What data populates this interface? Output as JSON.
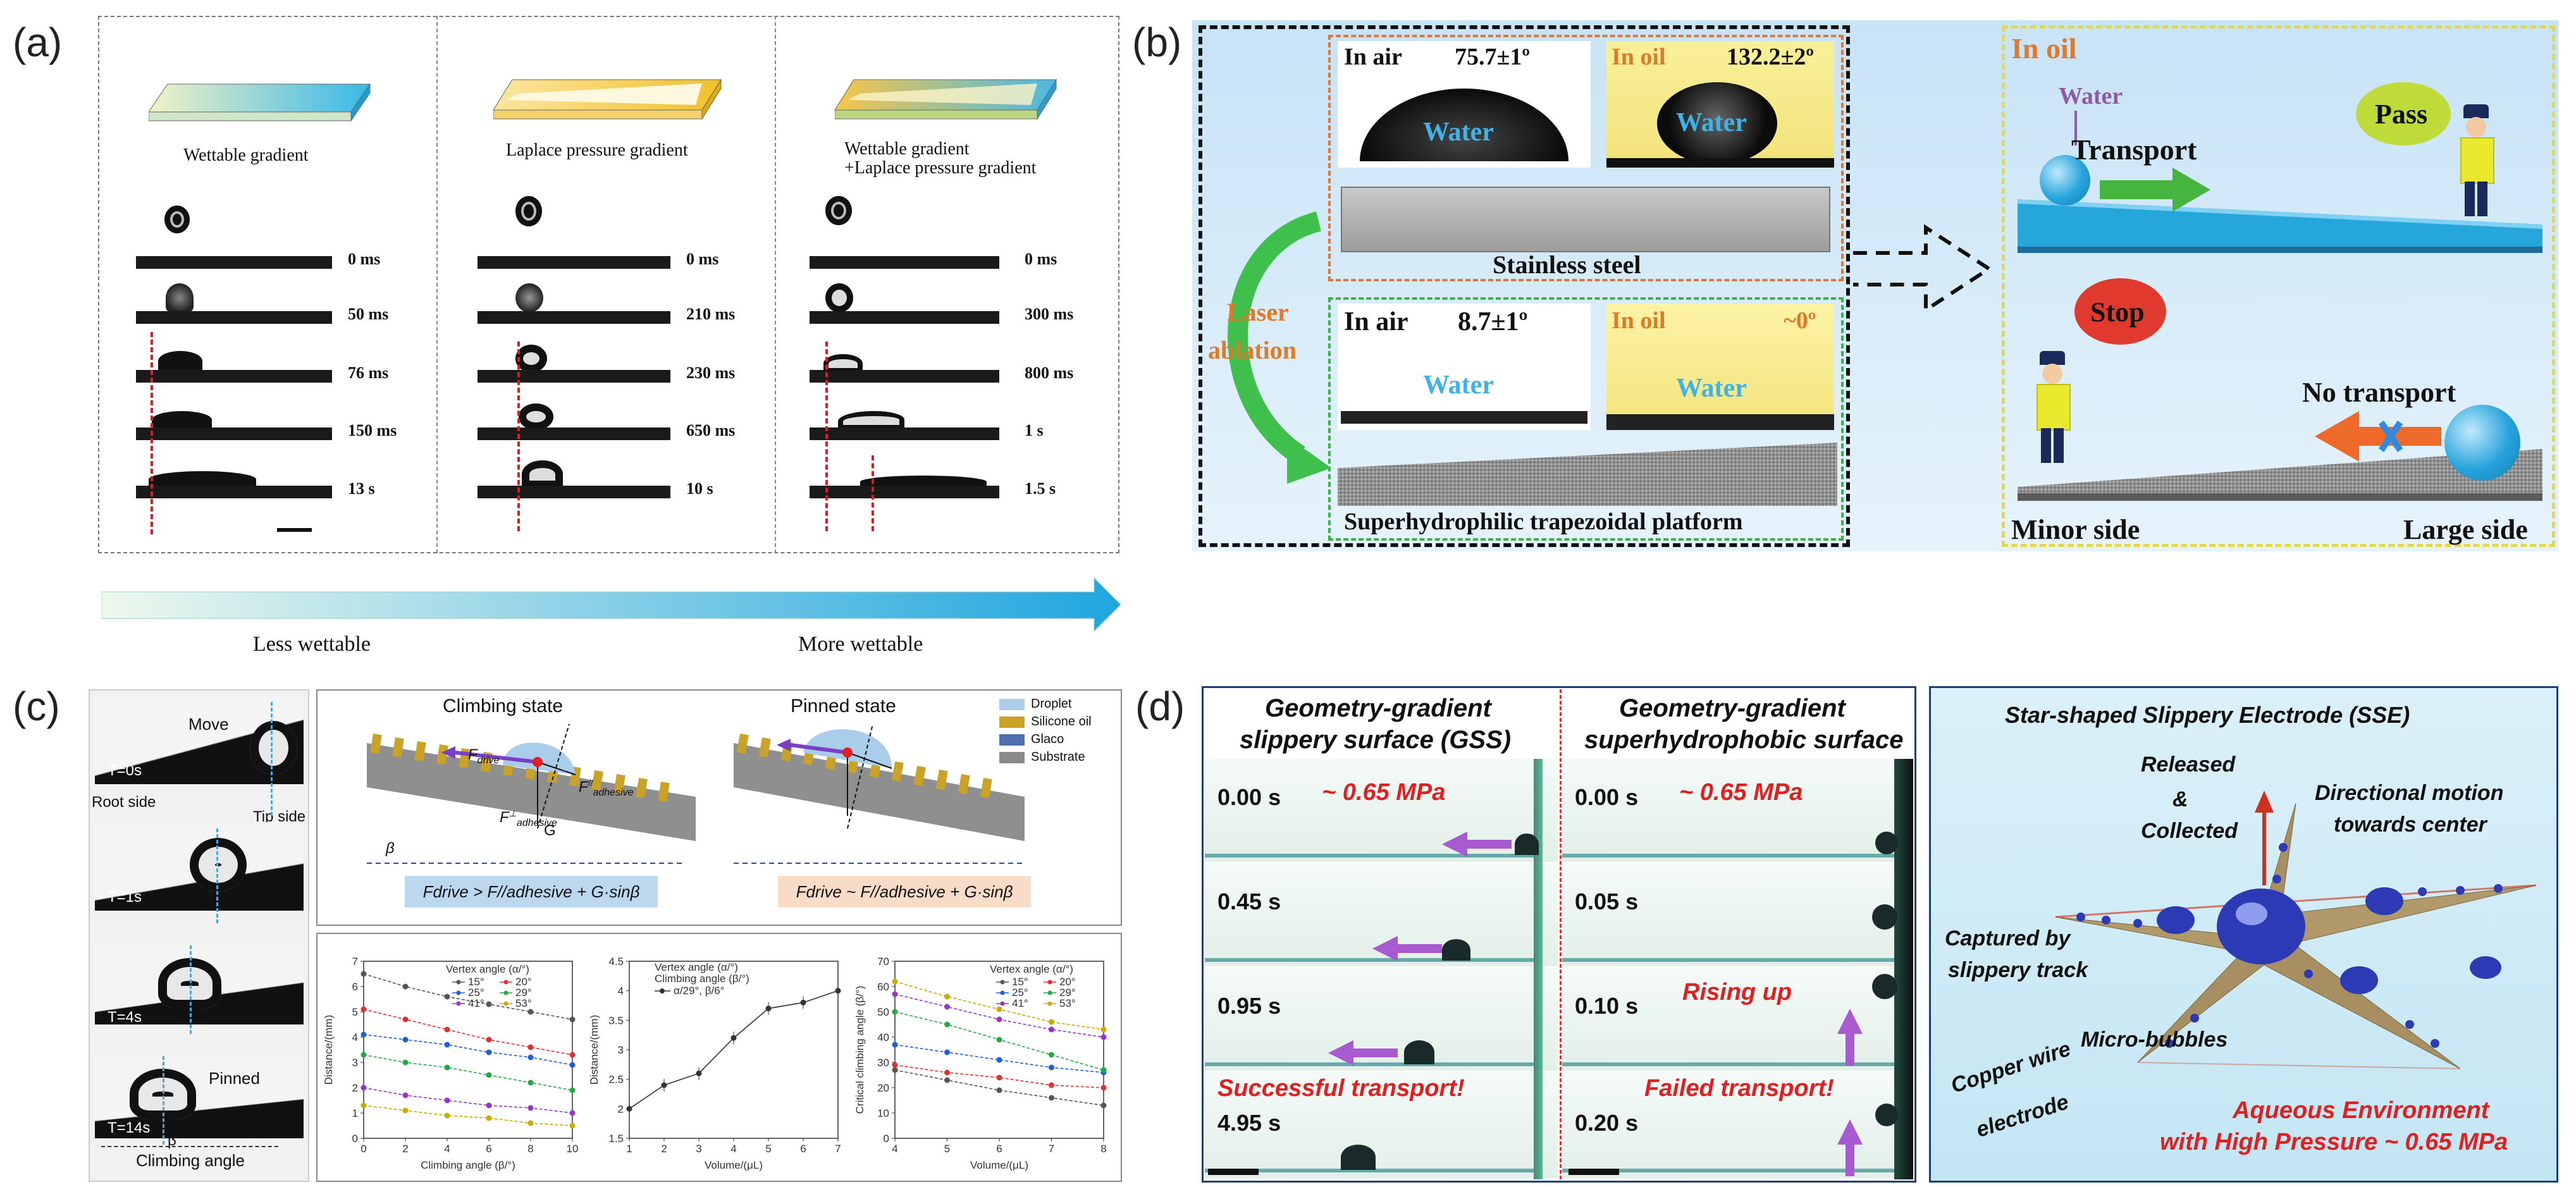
{
  "panels": {
    "a": {
      "label": "(a)",
      "columns": [
        {
          "title": "Wettable gradient",
          "times": [
            "0 ms",
            "50 ms",
            "76 ms",
            "150 ms",
            "13 s"
          ]
        },
        {
          "title": "Laplace pressure gradient",
          "times": [
            "0 ms",
            "210 ms",
            "230 ms",
            "650 ms",
            "10 s"
          ]
        },
        {
          "title": "Wettable gradient",
          "title2": "+Laplace pressure gradient",
          "times": [
            "0 ms",
            "300 ms",
            "800 ms",
            "1 s",
            "1.5 s"
          ]
        }
      ],
      "arrow": {
        "left": "Less wettable",
        "right": "More wettable"
      }
    },
    "b": {
      "label": "(b)",
      "laser": "Laser",
      "laser2": "ablation",
      "top": {
        "air_label": "In air",
        "air_angle": "75.7±1º",
        "oil_label": "In oil",
        "oil_angle": "132.2±2º",
        "water": "Water",
        "substrate": "Stainless steel"
      },
      "bottom": {
        "air_label": "In air",
        "air_angle": "8.7±1º",
        "oil_label": "In oil",
        "oil_angle": "~0º",
        "water": "Water",
        "substrate": "Superhydrophilic trapezoidal platform"
      },
      "right": {
        "in_oil": "In oil",
        "water": "Water",
        "transport": "Transport",
        "pass": "Pass",
        "stop": "Stop",
        "no_transport": "No transport",
        "minor": "Minor side",
        "large": "Large side"
      }
    },
    "c": {
      "label": "(c)",
      "photo_labels": {
        "move": "Move",
        "root": "Root side",
        "tip": "Tip side",
        "pinned": "Pinned",
        "climbing": "Climbing angle",
        "beta": "β",
        "times": [
          "T=0s",
          "T=1s",
          "T=4s",
          "T=14s"
        ]
      },
      "schematic": {
        "climbing_title": "Climbing state",
        "pinned_title": "Pinned state",
        "fdrive": "F",
        "fdrive_sub": "drive",
        "fpar": "F",
        "fpar_sup": "//",
        "fpar_sub": "adhesive",
        "fperp": "F",
        "fperp_sup": "⊥",
        "fperp_sub": "adhesive",
        "g": "G",
        "beta": "β",
        "eq1": "Fdrive  >  F//adhesive + G·sinβ",
        "eq2": "Fdrive  ~  F//adhesive + G·sinβ",
        "legend": [
          {
            "name": "Droplet",
            "color": "#a9cdea"
          },
          {
            "name": "Silicone oil",
            "color": "#c9a227"
          },
          {
            "name": "Glaco",
            "color": "#4f6fb0"
          },
          {
            "name": "Substrate",
            "color": "#8a8a8a"
          }
        ]
      },
      "legend_title": "Vertex angle (α/°)",
      "legend_items": [
        "15°",
        "20°",
        "25°",
        "29°",
        "41°",
        "53°"
      ],
      "colors": [
        "#555555",
        "#e03030",
        "#2060d0",
        "#22aa44",
        "#9933cc",
        "#ccaa00"
      ]
    },
    "d": {
      "label": "(d)",
      "left_title": "Geometry-gradient",
      "left_title2": "slippery surface (GSS)",
      "mid_title": "Geometry-gradient",
      "mid_title2": "superhydrophobic surface",
      "pressure": "~ 0.65 MPa",
      "left_times": [
        "0.00 s",
        "0.45 s",
        "0.95 s",
        "4.95 s"
      ],
      "mid_times": [
        "0.00 s",
        "0.05 s",
        "0.10 s",
        "0.20 s"
      ],
      "success": "Successful transport!",
      "rising": "Rising up",
      "failed": "Failed transport!",
      "sse_title": "Star-shaped Slippery Electrode (SSE)",
      "released": "Released",
      "amp": "&",
      "collected": "Collected",
      "directional": "Directional motion",
      "directional2": "towards center",
      "captured": "Captured by",
      "captured2": "slippery track",
      "micro": "Micro-bubbles",
      "copper": "Copper wire",
      "copper2": "electrode",
      "aqueous": "Aqueous Environment",
      "aqueous2": "with High Pressure ~ 0.65 MPa"
    }
  },
  "chart_data": [
    {
      "type": "line",
      "xlabel": "Climbing angle (β/°)",
      "ylabel": "Distance/(mm)",
      "xlim": [
        0,
        10
      ],
      "ylim": [
        0,
        7
      ],
      "x": [
        0,
        2,
        4,
        6,
        8,
        10
      ],
      "series": [
        {
          "name": "15°",
          "values": [
            6.5,
            6.0,
            5.6,
            5.3,
            5.0,
            4.7
          ]
        },
        {
          "name": "20°",
          "values": [
            5.1,
            4.7,
            4.3,
            3.9,
            3.6,
            3.3
          ]
        },
        {
          "name": "25°",
          "values": [
            4.1,
            3.9,
            3.7,
            3.4,
            3.2,
            2.9
          ]
        },
        {
          "name": "29°",
          "values": [
            3.3,
            3.0,
            2.8,
            2.5,
            2.2,
            1.9
          ]
        },
        {
          "name": "41°",
          "values": [
            2.0,
            1.7,
            1.5,
            1.3,
            1.2,
            1.0
          ]
        },
        {
          "name": "53°",
          "values": [
            1.3,
            1.1,
            0.9,
            0.8,
            0.6,
            0.5
          ]
        }
      ]
    },
    {
      "type": "line",
      "xlabel": "Volume/(μL)",
      "ylabel": "Distance/(mm)",
      "xlim": [
        1,
        7
      ],
      "ylim": [
        1.5,
        4.5
      ],
      "legend_lines": [
        "Vertex angle (α/°)",
        "Climbing angle (β/°)"
      ],
      "x": [
        1,
        2,
        3,
        4,
        5,
        6,
        7
      ],
      "series": [
        {
          "name": "α/29°, β/6°",
          "values": [
            2.0,
            2.4,
            2.6,
            3.2,
            3.7,
            3.8,
            4.0
          ]
        }
      ]
    },
    {
      "type": "line",
      "xlabel": "Volume/(μL)",
      "ylabel": "Critical climbing angle (β/°)",
      "xlim": [
        4,
        8
      ],
      "ylim": [
        0,
        70
      ],
      "x": [
        4,
        5,
        6,
        7,
        8
      ],
      "series": [
        {
          "name": "15°",
          "values": [
            27,
            23,
            19,
            16,
            13
          ]
        },
        {
          "name": "20°",
          "values": [
            29,
            26,
            24,
            21,
            20
          ]
        },
        {
          "name": "25°",
          "values": [
            37,
            34,
            31,
            28,
            26
          ]
        },
        {
          "name": "29°",
          "values": [
            50,
            45,
            39,
            33,
            27
          ]
        },
        {
          "name": "41°",
          "values": [
            57,
            52,
            47,
            43,
            40
          ]
        },
        {
          "name": "53°",
          "values": [
            62,
            56,
            51,
            46,
            43
          ]
        }
      ]
    }
  ]
}
